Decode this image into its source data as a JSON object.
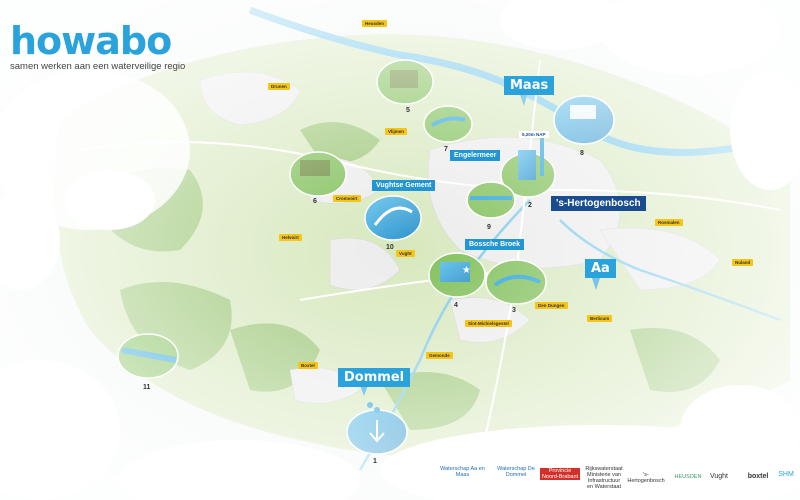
{
  "brand": {
    "logo": "howabo",
    "tagline": "samen werken aan een waterveilige regio"
  },
  "rivers": {
    "maas": "Maas",
    "dommel": "Dommel",
    "aa": "Aa"
  },
  "city": "'s-Hertogenbosch",
  "areas": {
    "engelermeer": "Engelermeer",
    "vughtse_gement": "Vughtse Gement",
    "bossche_broek": "Bossche Broek"
  },
  "places": {
    "hoeden": "Heusden",
    "drunen": "Drunen",
    "vlijmen": "Vlijmen",
    "cromvoirt": "Cromvoirt",
    "helvoirt": "Helvoirt",
    "vught": "Vught",
    "rosmalen": "Rosmalen",
    "nuland": "Nuland",
    "den_dungen": "Den Dungen",
    "sint_michielsgestel": "Sint-Michielsgestel",
    "berlicum": "Berlicum",
    "boxtel": "Boxtel",
    "gemonde": "Gemonde"
  },
  "level_marker": "5,20m NAP",
  "project_numbers": {
    "p1": "1",
    "p2": "2",
    "p3": "3",
    "p4": "4",
    "p5": "5",
    "p6": "6",
    "p7": "7",
    "p8": "8",
    "p9": "9",
    "p10": "10",
    "p11": "11"
  },
  "partners": {
    "aa_en_maas": "Waterschap Aa en Maas",
    "de_dommel": "Waterschap De Dommel",
    "provincie": "Provincie Noord-Brabant",
    "rijkswaterstaat": "Rijkswaterstaat Ministerie van Infrastructuur en Waterstaat",
    "hertogenbosch": "'s-Hertogenbosch",
    "heusden": "HEUSDEN",
    "vught": "Vught",
    "boxtel": "boxtel",
    "shm": "SHM"
  },
  "colors": {
    "brand_blue": "#2aa3dc",
    "dark_blue": "#1a4d8f",
    "label_yellow": "#f5c518",
    "map_green": "#cfe3b0",
    "forest": "#8fbf6a"
  }
}
